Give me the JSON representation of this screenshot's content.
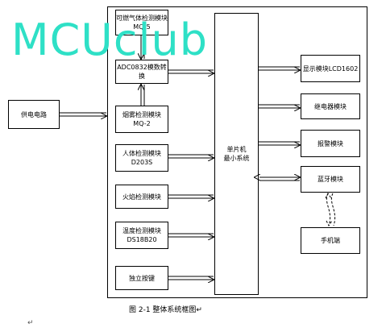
{
  "watermark": "MCUclub",
  "power": "供电电路",
  "mcu": "单片机\n最小系统",
  "left_modules": {
    "gas": "可燃气体检测模块MQ-5",
    "adc": "ADC0832模数转换",
    "smoke": "烟雾检测模块MQ-2",
    "body": "人体检测模块D203S",
    "fire": "火焰检测模块",
    "temp": "温度检测模块DS18B20",
    "key": "独立按键"
  },
  "right_modules": {
    "lcd": "显示模块LCD1602",
    "relay": "继电器模块",
    "alarm": "报警模块",
    "bt": "蓝牙模块",
    "phone": "手机端"
  },
  "caption": "图 2-1 整体系统框图↵",
  "para_mark": "↵"
}
